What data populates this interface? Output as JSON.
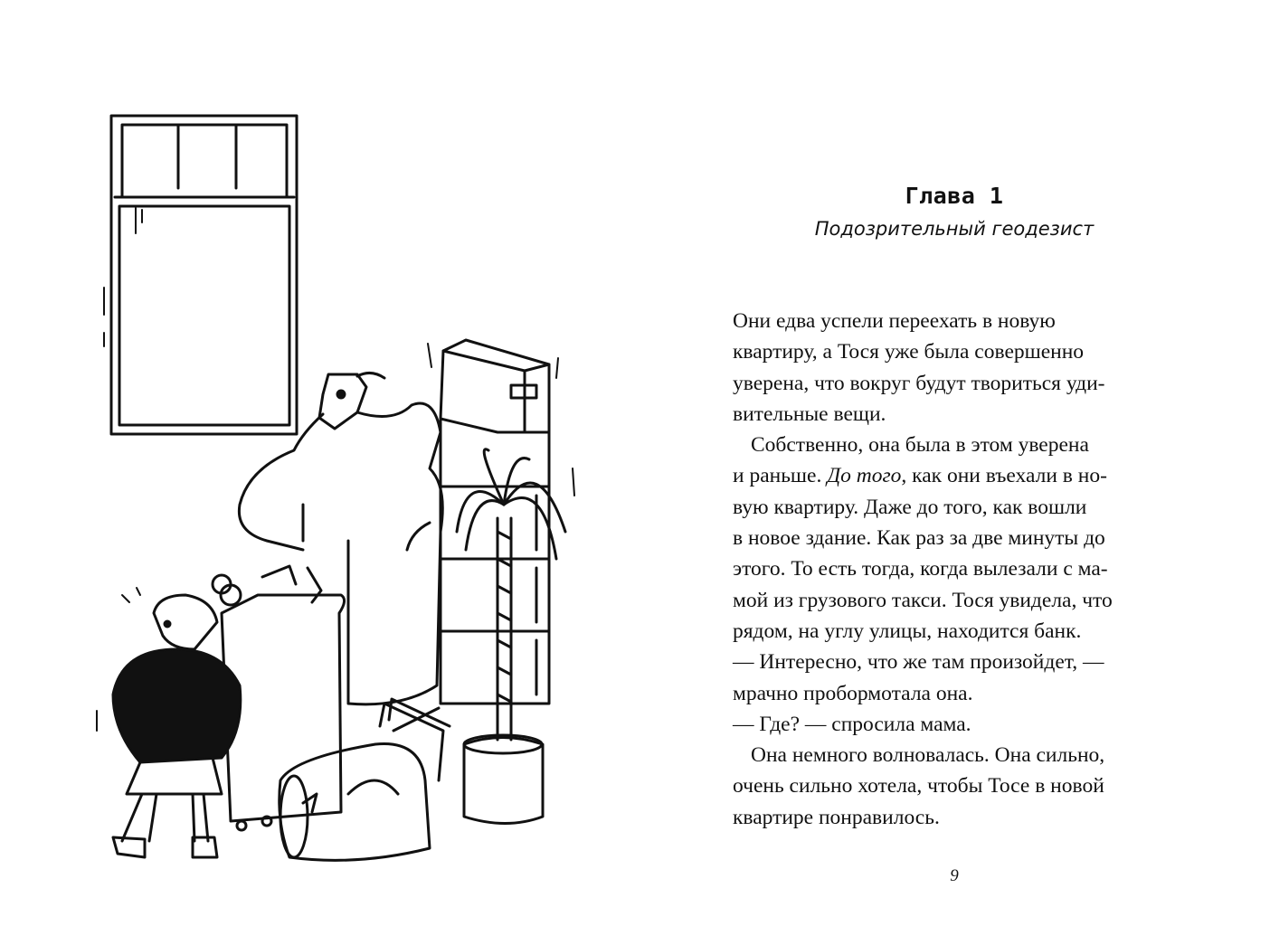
{
  "chapter": {
    "number": "Глава 1",
    "title": "Подозрительный геодезист"
  },
  "paragraph1": [
    "Они едва успели переехать в новую",
    "квартиру, а Тося уже была совершенно",
    "уверена, что вокруг будут твориться уди-",
    "вительные вещи."
  ],
  "paragraph2": {
    "line1": "Собственно, она была в этом уверена",
    "line2_before": "и раньше. ",
    "line2_italic": "До того",
    "line2_after": ", как они въехали в но-",
    "rest": [
      "вую квартиру. Даже до того, как вошли",
      "в новое здание. Как раз за две минуты до",
      "этого. То есть тогда, когда вылезали с ма-",
      "мой из грузового такси. Тося увидела, что",
      "рядом, на углу улицы, находится банк."
    ]
  },
  "dialogue": [
    "— Интересно, что же там произойдет, —",
    "мрачно пробормотала она.",
    "— Где? — спросила мама."
  ],
  "paragraph3": [
    "Она немного волновалась. Она сильно,",
    "очень сильно хотела, чтобы Тосе в новой",
    "квартире понравилось."
  ],
  "page_number": "9"
}
